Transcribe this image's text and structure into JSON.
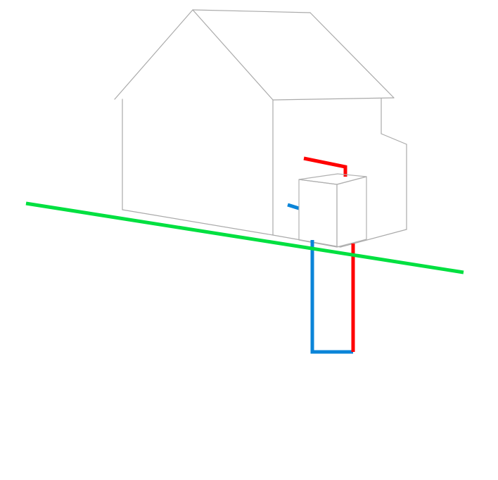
{
  "diagram": {
    "type": "ground-source-heat-loop",
    "colors": {
      "background": "#ffffff",
      "house_outline": "#aaaaaa",
      "unit_outline": "#b0b0b0",
      "ground_line": "#00e040",
      "supply_pipe": "#ff0000",
      "return_pipe": "#0a84d8"
    },
    "elements": [
      "house",
      "heat-pump-unit",
      "ground-surface-line",
      "supply-pipe",
      "return-pipe"
    ]
  }
}
